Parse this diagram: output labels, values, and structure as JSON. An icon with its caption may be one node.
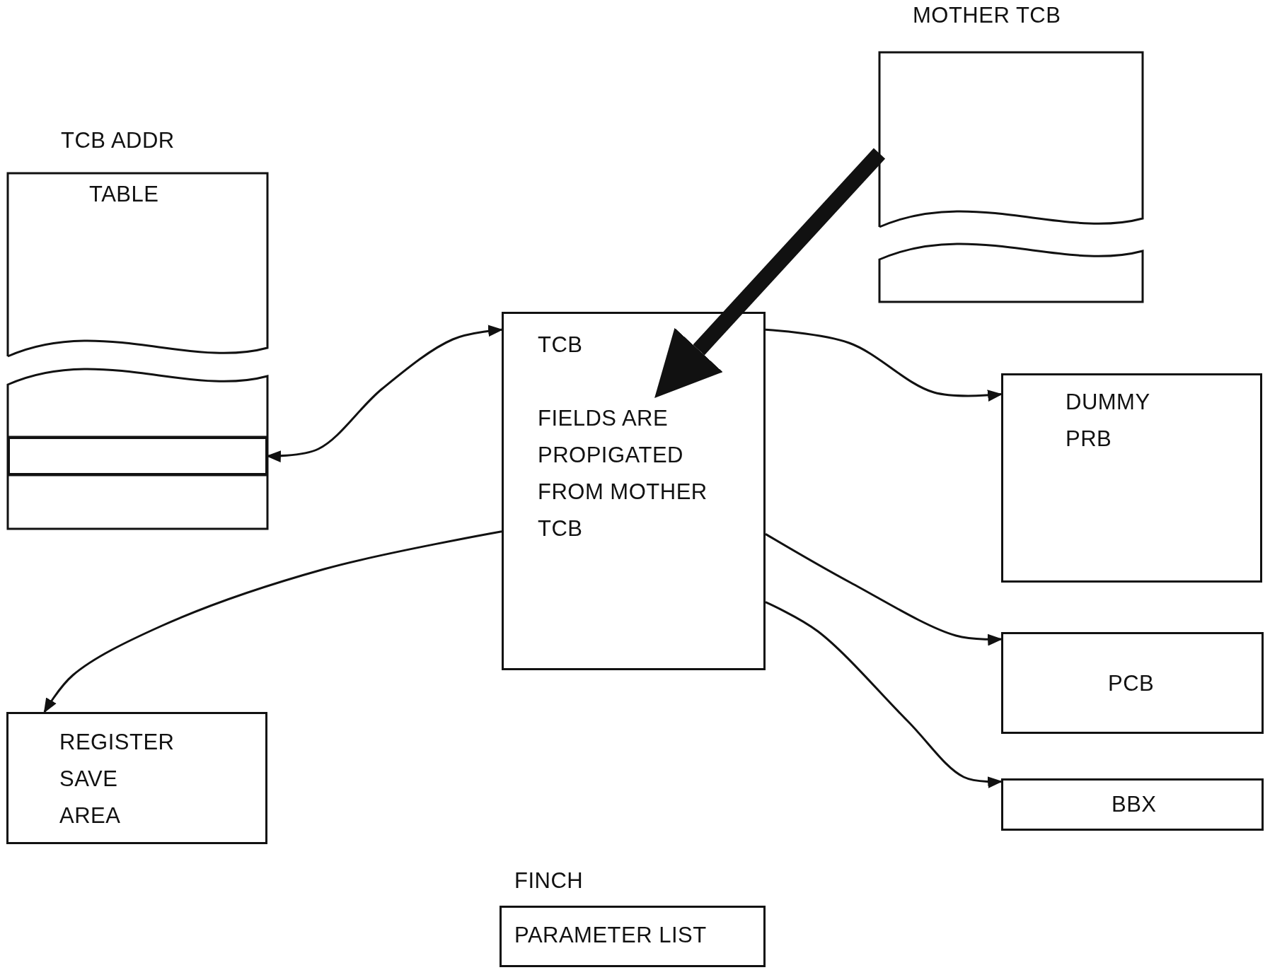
{
  "diagram": {
    "nodes": [
      {
        "text": [
          "TCB ADDR",
          "TABLE"
        ]
      },
      {
        "text": [],
        "shape": "box",
        "in": 0
      },
      {
        "text": [
          "MOTHER TCB"
        ]
      },
      {
        "text": [
          "TCB",
          "FIELDS ARE PROPIGATED FROM MOTHER TCB"
        ]
      },
      {
        "text": [
          "DUMMY PRB"
        ]
      },
      {
        "text": [
          "PCB"
        ]
      },
      {
        "text": [
          "BBX"
        ]
      },
      {
        "text": [
          "REGISTER SAVE AREA"
        ]
      },
      {
        "text": [
          "FINCH",
          "PARAMETER LIST"
        ]
      }
    ],
    "edges": [
      {
        "from": 3,
        "to": 1,
        "arrow": "both"
      },
      {
        "from": 3,
        "to": 7,
        "arrow": "to"
      },
      {
        "from": 3,
        "to": 4,
        "arrow": "to"
      },
      {
        "from": 3,
        "to": 5,
        "arrow": "to"
      },
      {
        "from": 3,
        "to": 6,
        "arrow": "to"
      },
      {
        "from": 2,
        "to": 3,
        "arrow": "to",
        "style": "thick"
      }
    ]
  }
}
